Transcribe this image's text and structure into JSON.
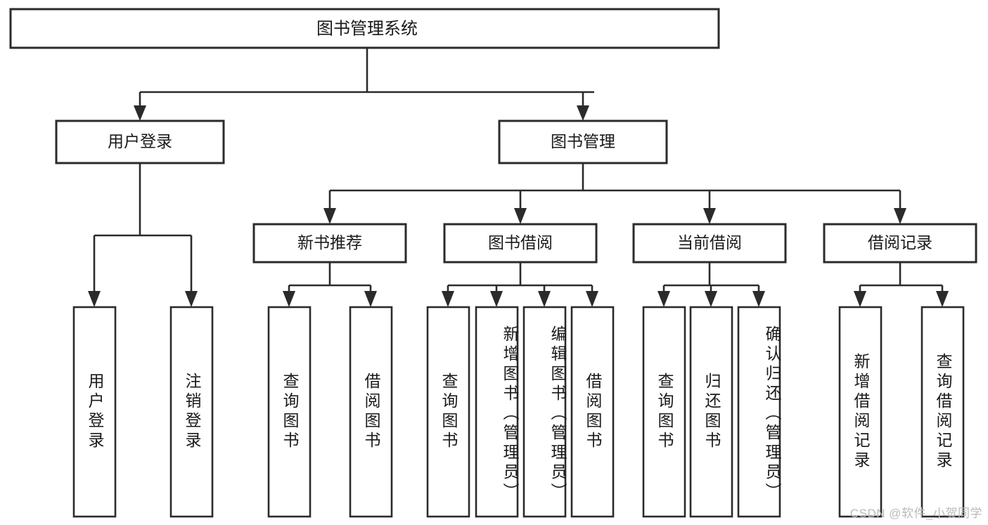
{
  "diagram": {
    "type": "tree-hierarchy-flowchart",
    "title_node": {
      "id": "root",
      "label": "图书管理系统"
    },
    "level1": [
      {
        "id": "user-login",
        "label": "用户登录"
      },
      {
        "id": "book-manage",
        "label": "图书管理"
      }
    ],
    "level2": [
      {
        "id": "new-book-rec",
        "label": "新书推荐",
        "parent": "book-manage"
      },
      {
        "id": "book-borrow",
        "label": "图书借阅",
        "parent": "book-manage"
      },
      {
        "id": "current-borrow",
        "label": "当前借阅",
        "parent": "book-manage"
      },
      {
        "id": "borrow-record",
        "label": "借阅记录",
        "parent": "book-manage"
      }
    ],
    "leaves": {
      "user-login": [
        {
          "id": "leaf-user-login",
          "label": "用户登录"
        },
        {
          "id": "leaf-user-logout",
          "label": "注销登录"
        }
      ],
      "new-book-rec": [
        {
          "id": "leaf-query-book-1",
          "label": "查询图书"
        },
        {
          "id": "leaf-borrow-book-1",
          "label": "借阅图书"
        }
      ],
      "book-borrow": [
        {
          "id": "leaf-query-book-2",
          "label": "查询图书"
        },
        {
          "id": "leaf-add-book",
          "label": "新增图书（管理员）"
        },
        {
          "id": "leaf-edit-book",
          "label": "编辑图书（管理员）"
        },
        {
          "id": "leaf-borrow-book-2",
          "label": "借阅图书"
        }
      ],
      "current-borrow": [
        {
          "id": "leaf-query-book-3",
          "label": "查询图书"
        },
        {
          "id": "leaf-return-book",
          "label": "归还图书"
        },
        {
          "id": "leaf-confirm-return",
          "label": "确认归还（管理员）"
        }
      ],
      "borrow-record": [
        {
          "id": "leaf-add-record",
          "label": "新增借阅记录"
        },
        {
          "id": "leaf-query-record",
          "label": "查询借阅记录"
        }
      ]
    }
  },
  "watermark": {
    "text": "CSDN @软件_小贺同学"
  },
  "colors": {
    "box_stroke": "#2b2b2b",
    "box_fill": "#ffffff",
    "text": "#1a1a1a",
    "connector": "#2b2b2b",
    "watermark": "#b9b9b9",
    "background": "#ffffff"
  }
}
